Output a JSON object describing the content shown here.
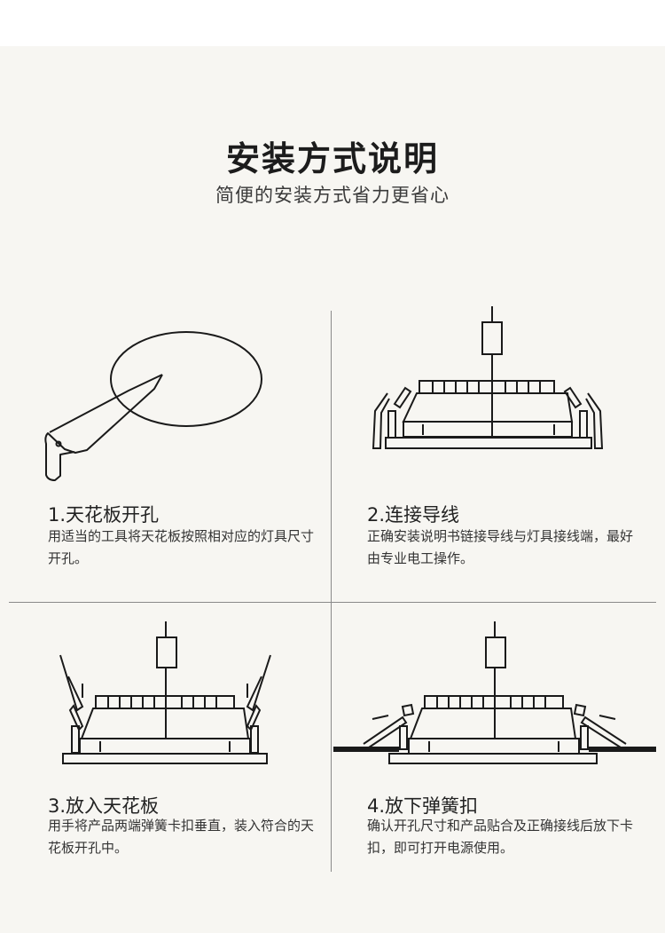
{
  "header": {
    "title": "安装方式说明",
    "subtitle": "简便的安装方式省力更省心"
  },
  "steps": [
    {
      "title": "1.天花板开孔",
      "desc": "用适当的工具将天花板按照相对应的灯具尺寸开孔。",
      "icon": "saw-cutting-hole-icon"
    },
    {
      "title": "2.连接导线",
      "desc": "正确安装说明书链接导线与灯具接线端，最好由专业电工操作。",
      "icon": "connect-wires-icon"
    },
    {
      "title": "3.放入天花板",
      "desc": "用手将产品两端弹簧卡扣垂直，装入符合的天花板开孔中。",
      "icon": "insert-into-ceiling-icon"
    },
    {
      "title": "4.放下弹簧扣",
      "desc": "确认开孔尺寸和产品贴合及正确接线后放下卡扣，即可打开电源使用。",
      "icon": "release-spring-clips-icon"
    }
  ],
  "colors": {
    "background": "#f7f6f2",
    "line_art": "#1a1a1a",
    "divider": "#8a8a8a"
  }
}
